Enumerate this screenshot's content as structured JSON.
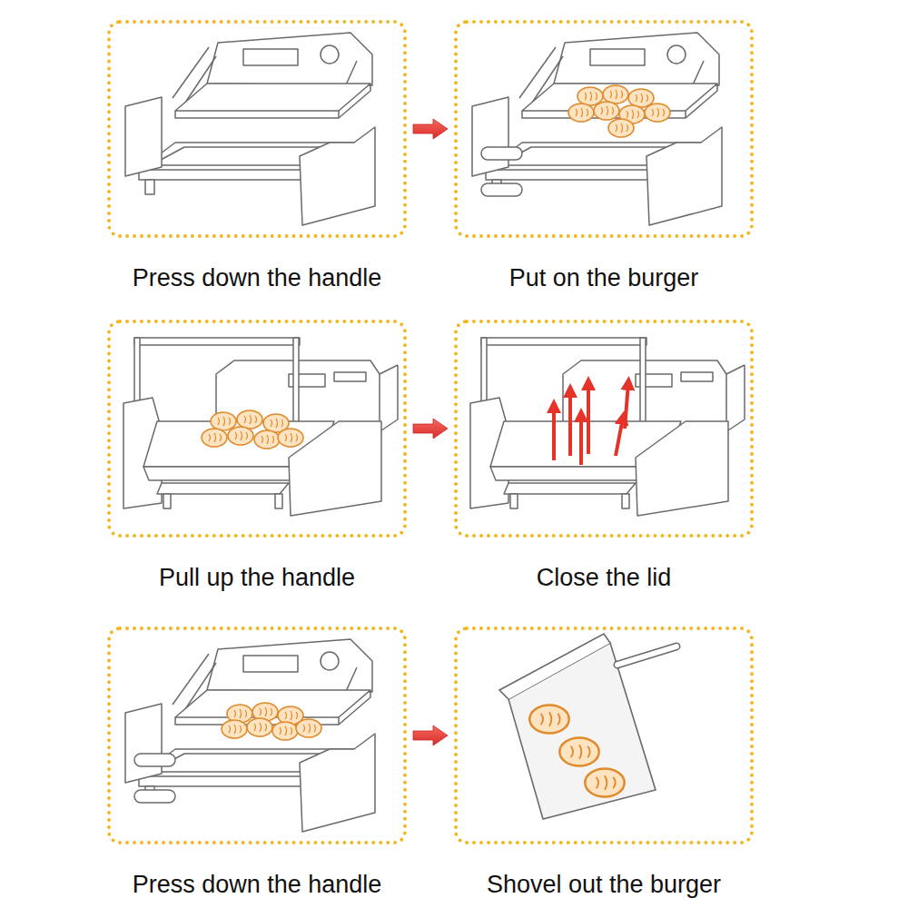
{
  "diagram": {
    "nodes": [
      {
        "text": [
          "Press down the handle"
        ]
      },
      {
        "text": [
          "Put on the burger"
        ]
      },
      {
        "text": [
          "Pull up the handle"
        ]
      },
      {
        "text": [
          "Close the lid"
        ]
      },
      {
        "text": [
          "Press down the handle"
        ]
      },
      {
        "text": [
          "Shovel out the burger"
        ]
      }
    ],
    "edges": [
      {
        "from": 0,
        "to": 1,
        "arrow": "to"
      },
      {
        "from": 2,
        "to": 3,
        "arrow": "to"
      },
      {
        "from": 4,
        "to": 5,
        "arrow": "to"
      }
    ]
  }
}
